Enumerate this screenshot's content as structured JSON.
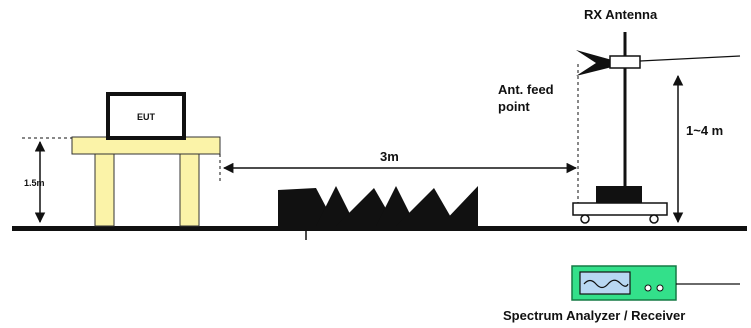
{
  "labels": {
    "eut": "EUT",
    "table_height": "1.5m",
    "distance": "3m",
    "rx_antenna": "RX Antenna",
    "ant_feed_point": [
      "Ant. feed",
      "point"
    ],
    "antenna_height": "1~4 m",
    "spectrum_analyzer": "Spectrum Analyzer / Receiver"
  },
  "colors": {
    "table": "#FBF3A8",
    "analyzer": "#33E08A",
    "analyzer_screen": "#B8D7F2",
    "absorber": "#111111",
    "ground": "#111111"
  },
  "icons": {
    "eut": "monitor-icon",
    "absorber": "absorber-cones-icon",
    "antenna": "horn-antenna-icon",
    "analyzer": "spectrum-analyzer-icon"
  }
}
